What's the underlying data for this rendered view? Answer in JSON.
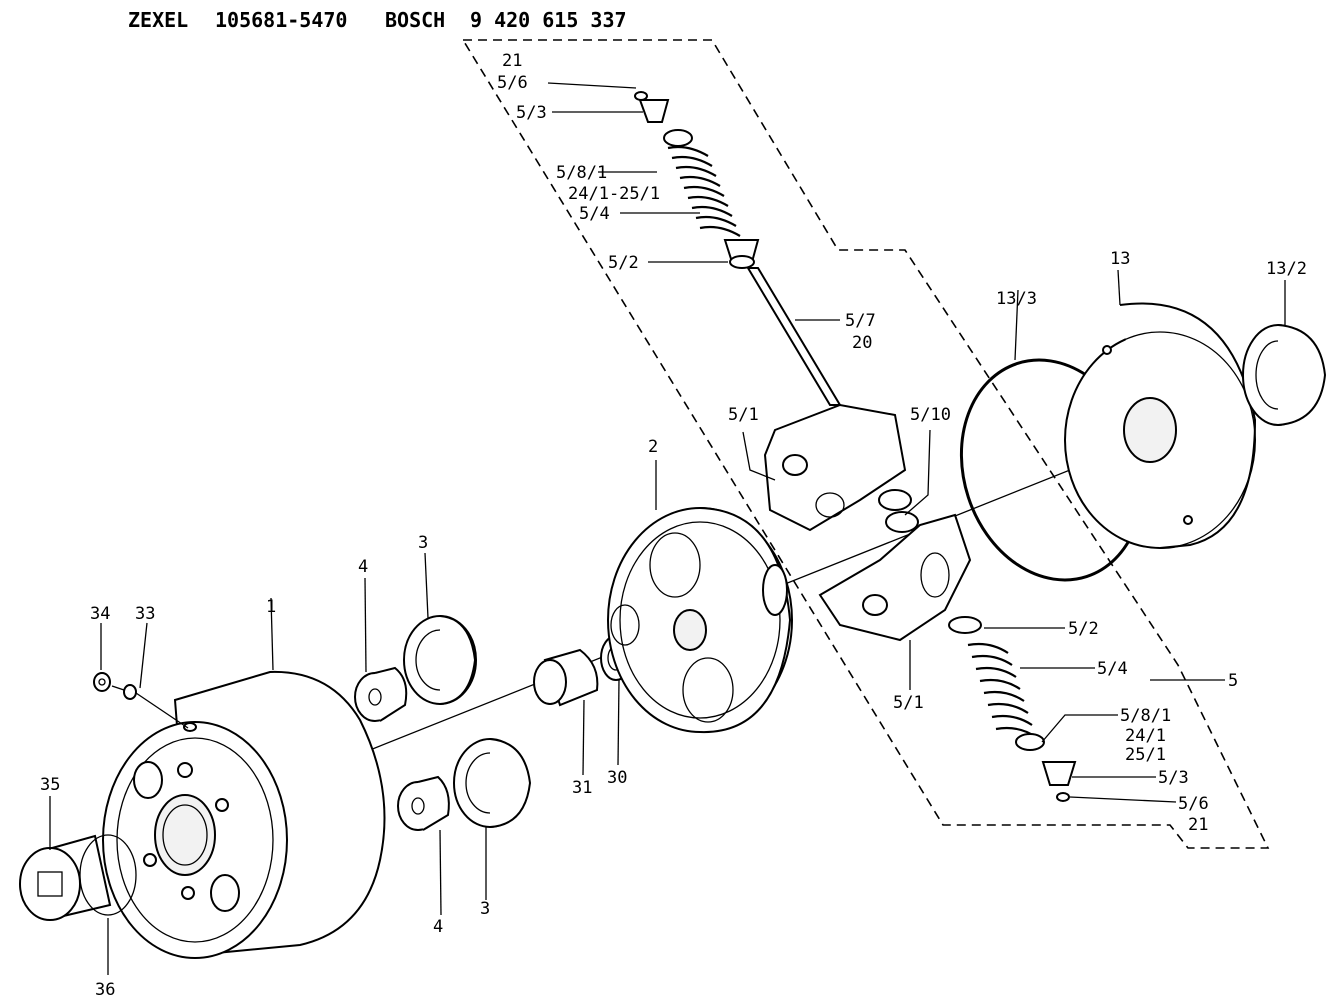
{
  "header": {
    "brand1": "ZEXEL",
    "code1": "105681-5470",
    "brand2": "BOSCH",
    "code2": "9 420 615 337"
  },
  "labels": {
    "l21_top": "21",
    "l5_6_top": "5/6",
    "l5_3_top": "5/3",
    "l5_8_1_top": "5/8/1",
    "l24_25_top": "24/1-25/1",
    "l5_4_top": "5/4",
    "l5_2_top": "5/2",
    "l5_7": "5/7",
    "l20": "20",
    "l5_1_top": "5/1",
    "l5_10": "5/10",
    "l13_3": "13/3",
    "l13": "13",
    "l13_2": "13/2",
    "l2": "2",
    "l5_2_bot": "5/2",
    "l5_4_bot": "5/4",
    "l5": "5",
    "l5_1_bot": "5/1",
    "l5_8_1_bot": "5/8/1",
    "l24_1_bot": "24/1",
    "l25_1_bot": "25/1",
    "l5_3_bot": "5/3",
    "l5_6_bot": "5/6",
    "l21_bot": "21",
    "l3_top": "3",
    "l4_top": "4",
    "l1": "1",
    "l34": "34",
    "l33": "33",
    "l35": "35",
    "l36": "36",
    "l31": "31",
    "l30": "30",
    "l4_bot": "4",
    "l3_bot": "3"
  }
}
